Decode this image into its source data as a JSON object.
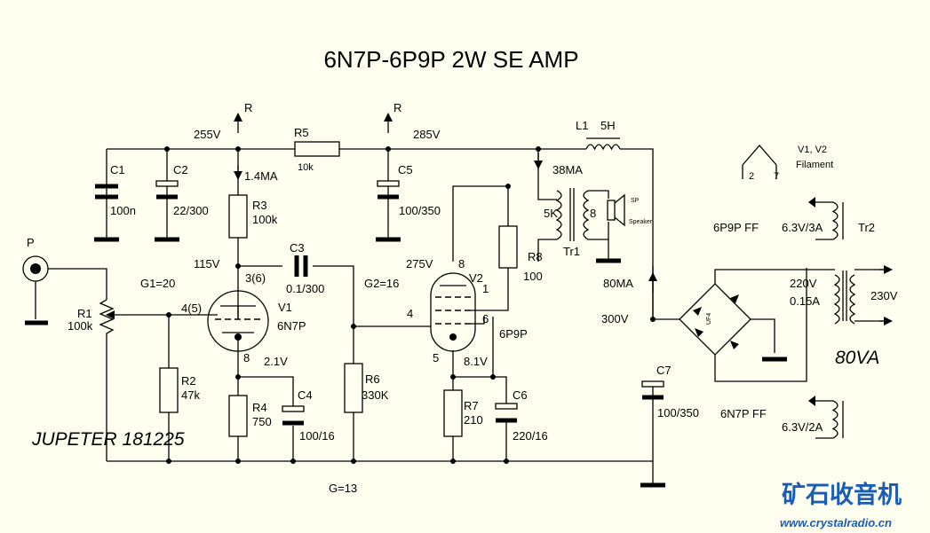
{
  "title": "6N7P-6P9P   2W SE AMP",
  "credit": "JUPETER 181225",
  "watermark": {
    "chinese": "矿石收音机",
    "url": "www.crystalradio.cn"
  },
  "input": {
    "label": "P"
  },
  "rails": {
    "r1_label": "R",
    "r2_label": "R",
    "v255": "255V",
    "v285": "285V",
    "v300": "300V",
    "v115": "115V",
    "v275": "275V",
    "v21": "2.1V",
    "v81": "8.1V"
  },
  "currents": {
    "i14": "1.4MA",
    "i38": "38MA",
    "i80": "80MA"
  },
  "gains": {
    "g1": "G1=20",
    "g2": "G2=16",
    "g": "G=13"
  },
  "components": {
    "c1": {
      "ref": "C1",
      "value": "100n"
    },
    "c2": {
      "ref": "C2",
      "value": "22/300"
    },
    "c3": {
      "ref": "C3",
      "value": "0.1/300"
    },
    "c4": {
      "ref": "C4",
      "value": "100/16"
    },
    "c5": {
      "ref": "C5",
      "value": "100/350"
    },
    "c6": {
      "ref": "C6",
      "value": "220/16"
    },
    "c7": {
      "ref": "C7",
      "value": "100/350"
    },
    "r1": {
      "ref": "R1",
      "value": "100k"
    },
    "r2": {
      "ref": "R2",
      "value": "47k"
    },
    "r3": {
      "ref": "R3",
      "value": "100k"
    },
    "r4": {
      "ref": "R4",
      "value": "750"
    },
    "r5": {
      "ref": "R5",
      "value": "10k"
    },
    "r6": {
      "ref": "R6",
      "value": "330K"
    },
    "r7": {
      "ref": "R7",
      "value": "210"
    },
    "r8": {
      "ref": "R8",
      "value": "100"
    },
    "l1": {
      "ref": "L1",
      "value": "5H"
    }
  },
  "tubes": {
    "v1": {
      "ref": "V1",
      "type": "6N7P",
      "pin_anode": "3(6)",
      "pin_grid": "4(5)",
      "pin_cathode": "8"
    },
    "v2": {
      "ref": "V2",
      "type": "6P9P",
      "pin_anode": "8",
      "pin_g2": "1",
      "pin_g1": "4",
      "pin_6": "6",
      "pin_cathode": "5"
    }
  },
  "output_transformer": {
    "ref": "Tr1",
    "primary": "5K",
    "secondary": "8",
    "sp": "SP",
    "speaker": "Speaker"
  },
  "power": {
    "tr2": "Tr2",
    "filament": {
      "title": "V1, V2",
      "sub": "Filament",
      "pin_a": "2",
      "pin_b": "7"
    },
    "heater1": {
      "tube": "6P9P FF",
      "rating": "6.3V/3A"
    },
    "heater2": {
      "tube": "6N7P FF",
      "rating": "6.3V/2A"
    },
    "secondary": {
      "voltage": "220V",
      "current": "0.15A"
    },
    "primary": "230V",
    "rating": "80VA",
    "bridge_label": "UF4"
  }
}
